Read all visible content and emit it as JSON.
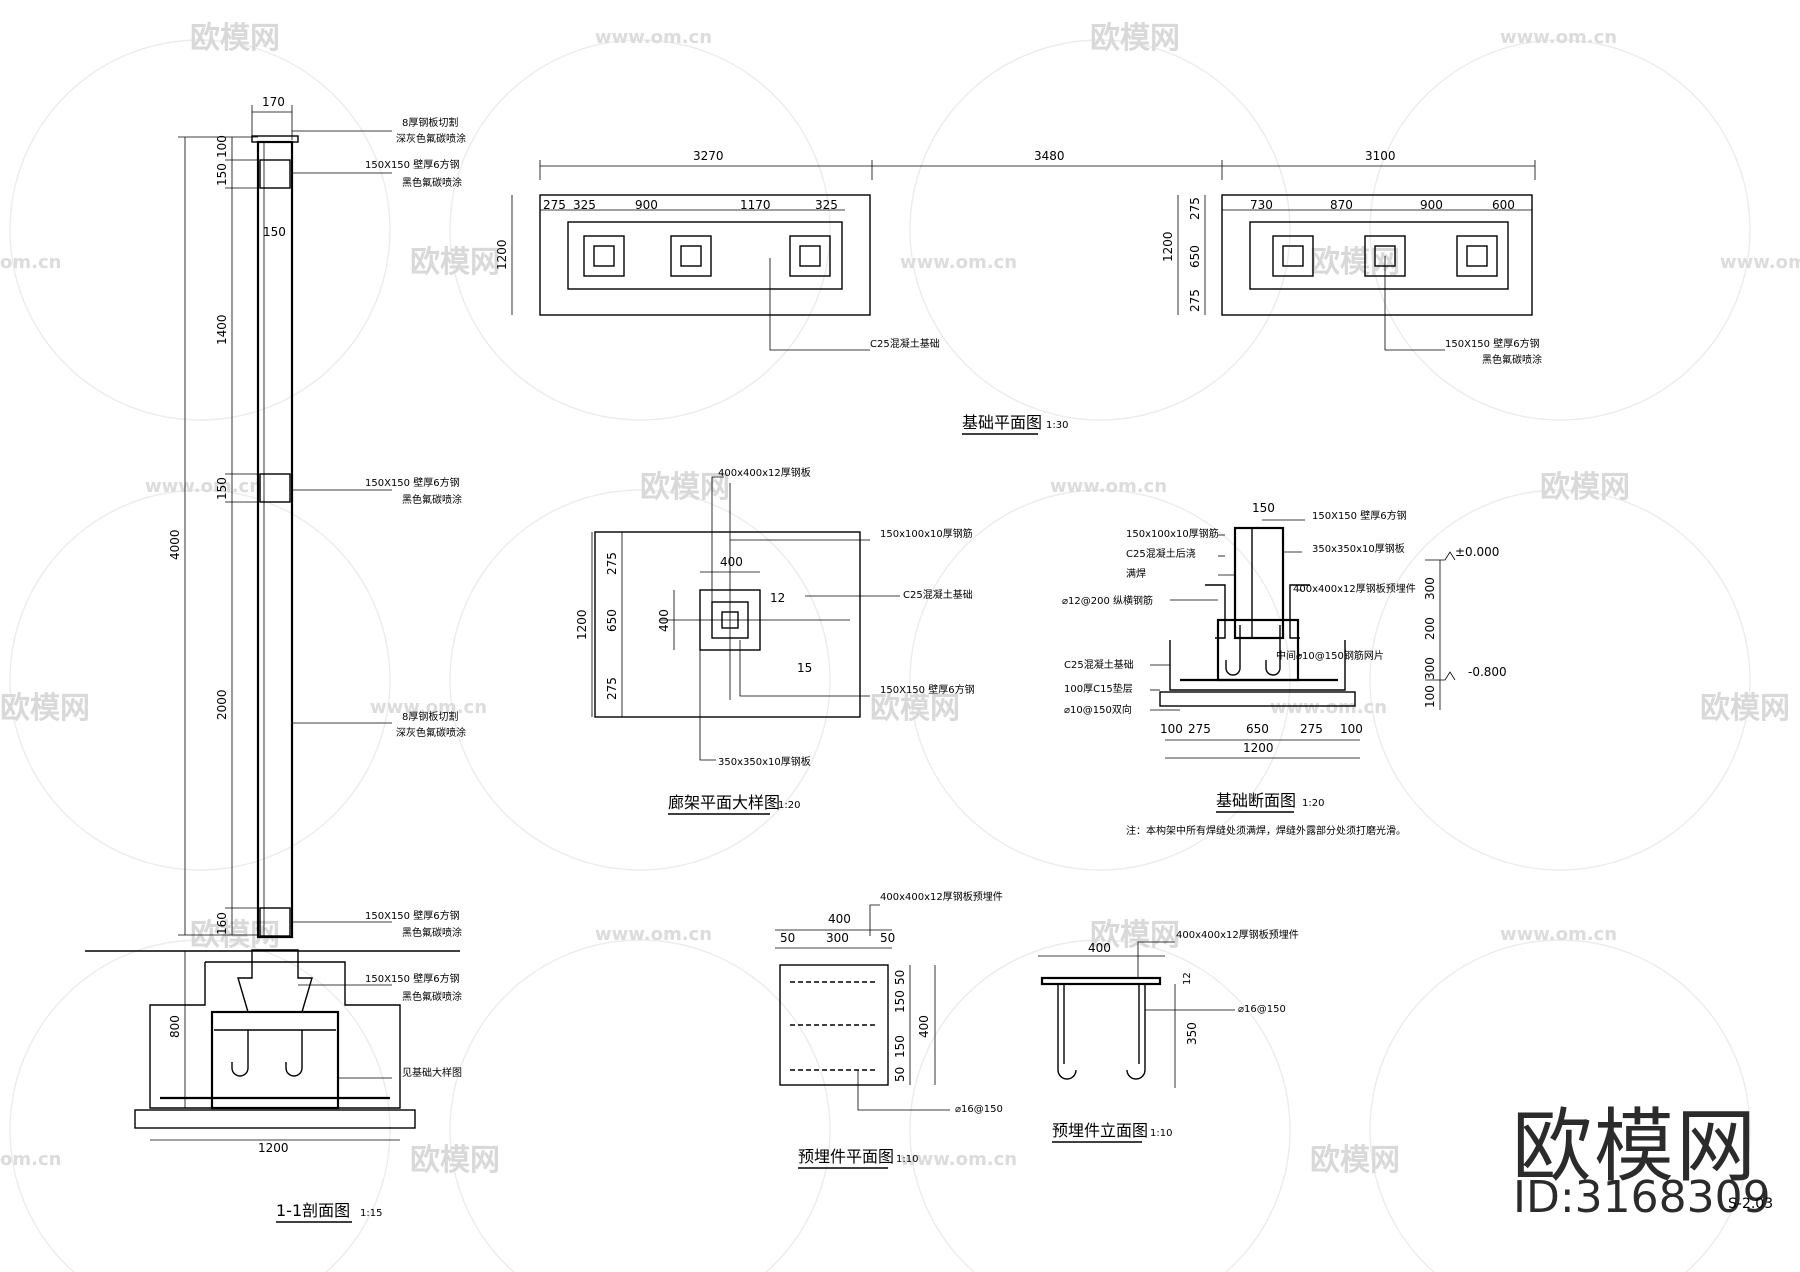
{
  "watermark": {
    "brand": "欧模网",
    "url": "www.om.cn",
    "url_short": "om.cn"
  },
  "logo": {
    "text": "欧模网",
    "id": "ID:3168309"
  },
  "sheet_code": "S-2.03",
  "titles": {
    "section": "1-1剖面图",
    "section_scale": "1:15",
    "foundation_plan": "基础平面图",
    "foundation_plan_scale": "1:30",
    "gallery_plan": "廊架平面大样图",
    "gallery_plan_scale": "1:20",
    "foundation_section": "基础断面图",
    "foundation_section_scale": "1:20",
    "embed_plan": "预埋件平面图",
    "embed_plan_scale": "1:10",
    "embed_elev": "预埋件立面图",
    "embed_elev_scale": "1:10"
  },
  "note": "注：本构架中所有焊缝处须满焊，焊缝外露部分处须打磨光滑。",
  "section_labels": {
    "steel_cap": "8厚钢板切割",
    "steel_cap_sub": "深灰色氟碳喷涂",
    "tube": "150X150 壁厚6方钢",
    "tube_sub": "黑色氟碳喷涂",
    "see_found": "见基础大样图",
    "dims": {
      "top": "170",
      "d100": "100",
      "d150a": "150",
      "w150": "150",
      "d1400": "1400",
      "d150b": "150",
      "d4000": "4000",
      "d2000": "2000",
      "d160": "160",
      "d800": "800",
      "d1200": "1200"
    }
  },
  "foundation_plan": {
    "top_dims": [
      "3270",
      "3480",
      "3100"
    ],
    "left_dims": [
      "275",
      "325",
      "900",
      "1170",
      "325"
    ],
    "right_dims": [
      "730",
      "870",
      "900",
      "600"
    ],
    "left_h": "1200",
    "right_v": [
      "1200",
      "275",
      "650",
      "275"
    ],
    "label_c25": "C25混凝土基础",
    "label_tube": "150X150 壁厚6方钢",
    "label_tube_sub": "黑色氟碳喷涂"
  },
  "gallery_plan": {
    "l1": "400x400x12厚钢板",
    "l2": "150x100x10厚钢筋",
    "l3": "C25混凝土基础",
    "l4": "150X150 壁厚6方钢",
    "l5": "350x350x10厚钢板",
    "d400": "400",
    "d12": "12",
    "d15": "15",
    "v": [
      "275",
      "650",
      "275"
    ],
    "v_total": "1200",
    "v400": "400"
  },
  "foundation_section": {
    "l150": "150",
    "l_tube": "150X150 壁厚6方钢",
    "l_bar": "150x100x10厚钢筋",
    "l_c25": "C25混凝土后浇",
    "l_plate350": "350x350x10厚钢板",
    "l_weld": "满焊",
    "l_plate400": "400x400x12厚钢板预埋件",
    "l_long": "⌀12@200 纵横钢筋",
    "l_mesh": "中间⌀10@150钢筋网片",
    "l_c25b": "C25混凝土基础",
    "l_c15": "100厚C15垫层",
    "l_bot": "⌀10@150双向",
    "elev0": "±0.000",
    "elev1": "-0.800",
    "v": [
      "300",
      "200",
      "300",
      "100"
    ],
    "h": [
      "100",
      "275",
      "650",
      "275",
      "100"
    ],
    "h_total": "1200"
  },
  "embed_plan": {
    "label": "400x400x12厚钢板预埋件",
    "d400": "400",
    "d50a": "50",
    "d300": "300",
    "d50b": "50",
    "v": [
      "50",
      "150",
      "150",
      "50"
    ],
    "v_total": "400",
    "rebar": "⌀16@150"
  },
  "embed_elev": {
    "label": "400x400x12厚钢板预埋件",
    "d400": "400",
    "d12": "12",
    "rebar": "⌀16@150",
    "d350": "350"
  }
}
